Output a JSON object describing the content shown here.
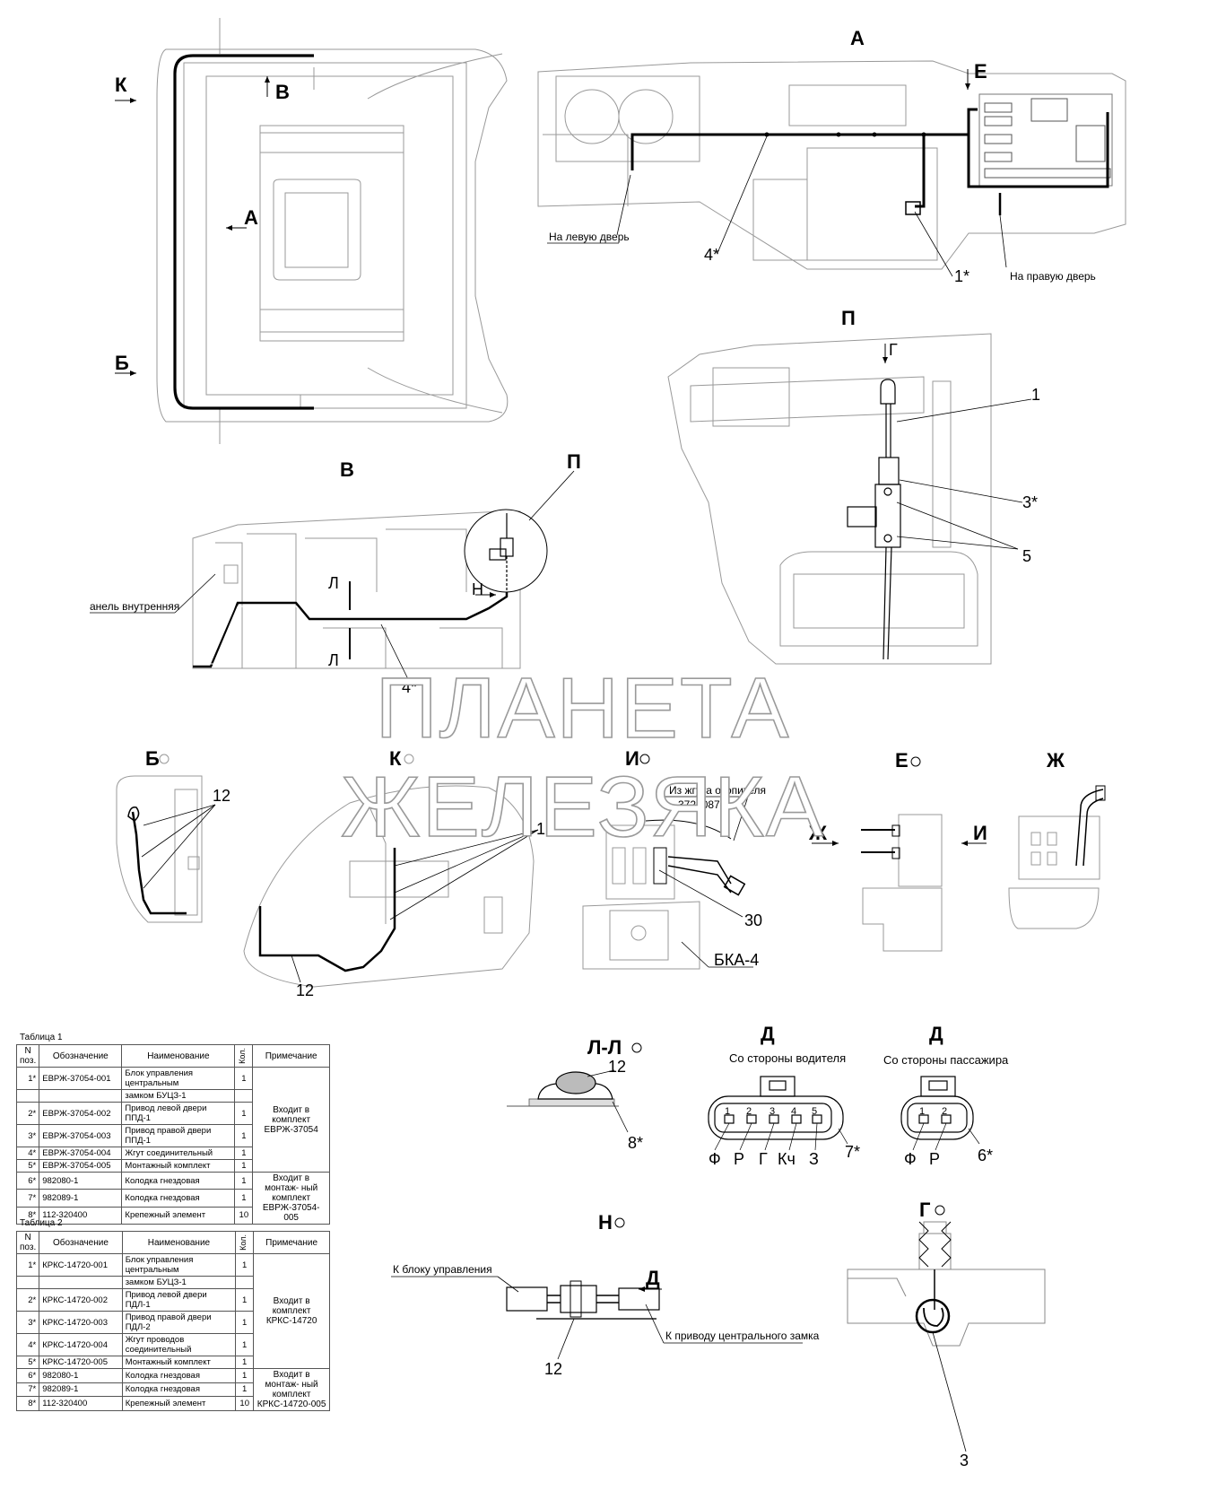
{
  "views": {
    "top_view": {
      "labels": [
        "К",
        "В",
        "А",
        "Б"
      ]
    },
    "view_A": {
      "title": "А",
      "marker_E": "Е",
      "left_door": "На левую дверь",
      "right_door": "На правую дверь",
      "callouts": [
        "4*",
        "1*"
      ]
    },
    "view_P": {
      "title": "П",
      "marker_G": "Г",
      "callouts": [
        "1",
        "3*",
        "5"
      ]
    },
    "view_V": {
      "title": "В",
      "circle": "П",
      "panel": "анель внутренняя",
      "section_top": "Л",
      "section_bottom": "Л",
      "arrow_N": "Н",
      "callout": "4*"
    },
    "view_B": {
      "title": "Б",
      "callout": "12"
    },
    "view_K": {
      "title": "К",
      "callouts": [
        "12",
        "12"
      ]
    },
    "view_I": {
      "title": "И",
      "note_line1": "Из жгута отопителя",
      "note_line2": "...-3724087-...",
      "callout": "30",
      "block": "БКА-4"
    },
    "view_E": {
      "title": "Е",
      "arrow_Zh": "Ж",
      "arrow_I": "И"
    },
    "view_Zh": {
      "title": "Ж"
    },
    "section_LL": {
      "title": "Л-Л",
      "callouts": [
        "12",
        "8*"
      ]
    },
    "view_D_driver": {
      "title": "Д",
      "subtitle": "Со стороны водителя",
      "pins": [
        "1",
        "2",
        "3",
        "4",
        "5"
      ],
      "pin_labels": [
        "Ф",
        "Р",
        "Г",
        "Кч",
        "З"
      ],
      "callout": "7*"
    },
    "view_D_passenger": {
      "title": "Д",
      "subtitle": "Со стороны пассажира",
      "pins": [
        "1",
        "2"
      ],
      "pin_labels": [
        "Ф",
        "Р"
      ],
      "callout": "6*"
    },
    "view_N": {
      "title": "Н",
      "to_block": "К блоку управления",
      "arrow_D": "Д",
      "to_lock": "К приводу центрального замка",
      "callout": "12"
    },
    "view_G": {
      "title": "Г",
      "callout": "3"
    }
  },
  "watermark": "ПЛАНЕТА ЖЕЛЕЗЯКА",
  "tables": [
    {
      "caption": "Таблица 1",
      "headers": {
        "n": "N поз.",
        "code": "Обозначение",
        "name": "Наименование",
        "qty": "Кол.",
        "note": "Примечание"
      },
      "rows": [
        {
          "n": "1*",
          "code": "ЕВРЖ-37054-001",
          "name": "Блок управления центральным",
          "qty": "1"
        },
        {
          "n": "",
          "code": "",
          "name": "замком БУЦЗ-1",
          "qty": ""
        },
        {
          "n": "2*",
          "code": "ЕВРЖ-37054-002",
          "name": "Привод левой двери ППД-1",
          "qty": "1"
        },
        {
          "n": "3*",
          "code": "ЕВРЖ-37054-003",
          "name": "Привод правой двери ППД-1",
          "qty": "1"
        },
        {
          "n": "4*",
          "code": "ЕВРЖ-37054-004",
          "name": "Жгут соединительный",
          "qty": "1"
        },
        {
          "n": "5*",
          "code": "ЕВРЖ-37054-005",
          "name": "Монтажный комплект",
          "qty": "1"
        },
        {
          "n": "6*",
          "code": "982080-1",
          "name": "Колодка гнездовая",
          "qty": "1"
        },
        {
          "n": "7*",
          "code": "982089-1",
          "name": "Колодка гнездовая",
          "qty": "1"
        },
        {
          "n": "8*",
          "code": "112-320400",
          "name": "Крепежный элемент",
          "qty": "10"
        }
      ],
      "note1": "Входит в комплект ЕВРЖ-37054",
      "note2": "Входит в монтаж- ный комплект ЕВРЖ-37054-005"
    },
    {
      "caption": "Таблица 2",
      "headers": {
        "n": "N поз.",
        "code": "Обозначение",
        "name": "Наименование",
        "qty": "Кол.",
        "note": "Примечание"
      },
      "rows": [
        {
          "n": "1*",
          "code": "КРКС-14720-001",
          "name": "Блок управления центральным",
          "qty": "1"
        },
        {
          "n": "",
          "code": "",
          "name": "замком БУЦЗ-1",
          "qty": ""
        },
        {
          "n": "2*",
          "code": "КРКС-14720-002",
          "name": "Привод левой двери ПДЛ-1",
          "qty": "1"
        },
        {
          "n": "3*",
          "code": "КРКС-14720-003",
          "name": "Привод правой двери ПДЛ-2",
          "qty": "1"
        },
        {
          "n": "4*",
          "code": "КРКС-14720-004",
          "name": "Жгут проводов соединительный",
          "qty": "1"
        },
        {
          "n": "5*",
          "code": "КРКС-14720-005",
          "name": "Монтажный комплект",
          "qty": "1"
        },
        {
          "n": "6*",
          "code": "982080-1",
          "name": "Колодка гнездовая",
          "qty": "1"
        },
        {
          "n": "7*",
          "code": "982089-1",
          "name": "Колодка гнездовая",
          "qty": "1"
        },
        {
          "n": "8*",
          "code": "112-320400",
          "name": "Крепежный элемент",
          "qty": "10"
        }
      ],
      "note1": "Входит в комплект КРКС-14720",
      "note2": "Входит в монтаж- ный комплект КРКС-14720-005"
    }
  ]
}
